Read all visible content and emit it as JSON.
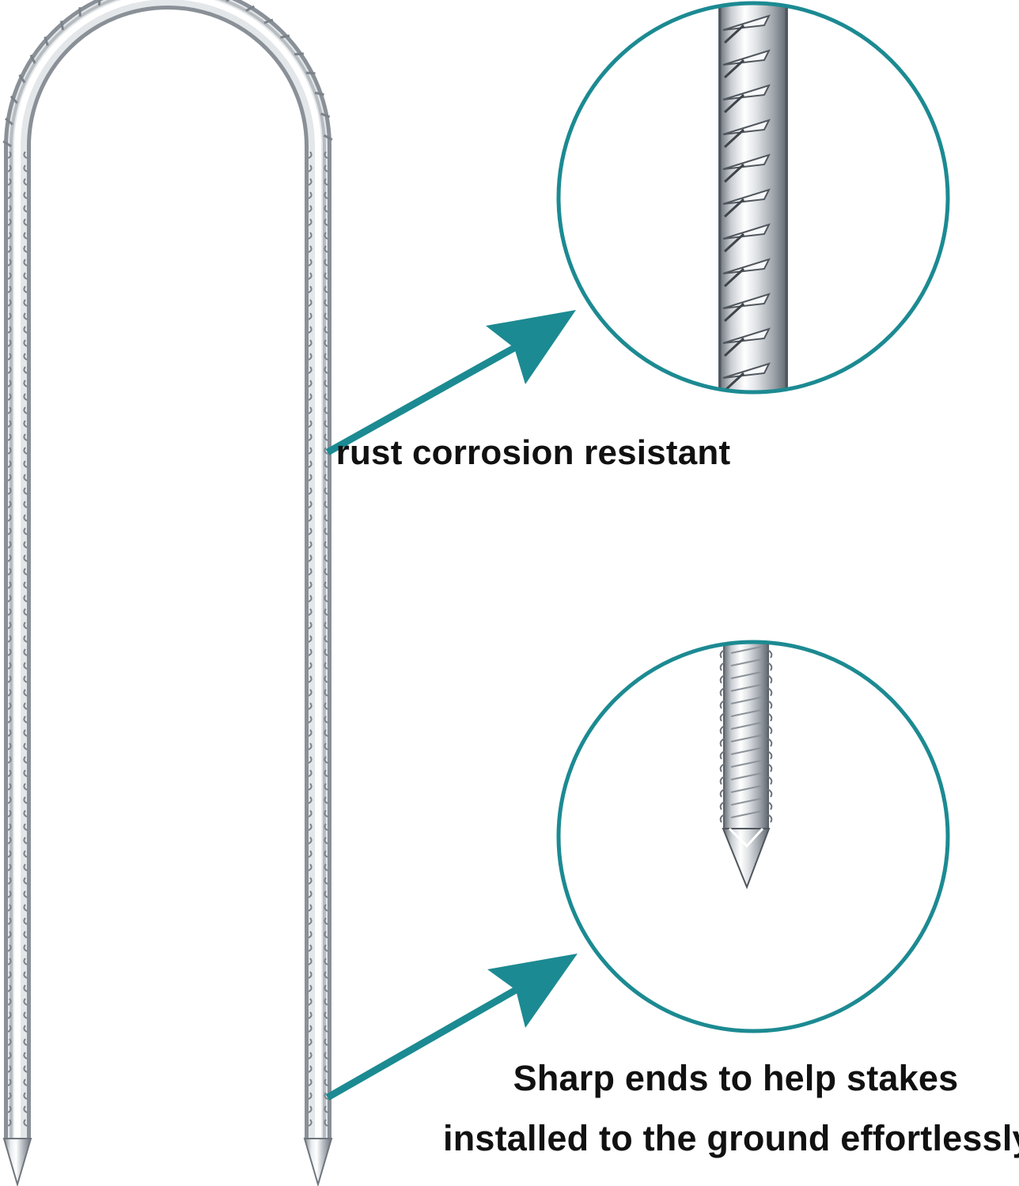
{
  "product": {
    "name": "U-shaped galvanized ground stake",
    "icon": "u-stake-icon"
  },
  "callouts": [
    {
      "id": "barbs",
      "icon": "barbed-shaft-closeup-icon",
      "caption": "rust corrosion resistant"
    },
    {
      "id": "tip",
      "icon": "sharp-tip-closeup-icon",
      "caption_lines": [
        "Sharp ends to help stakes",
        "installed to the ground effortlessly"
      ]
    }
  ],
  "colors": {
    "accent": "#1c8a92",
    "metal_light": "#f2f4f6",
    "metal_mid": "#b9bec4",
    "metal_dark": "#6f767d",
    "text": "#111111",
    "background": "#ffffff"
  }
}
